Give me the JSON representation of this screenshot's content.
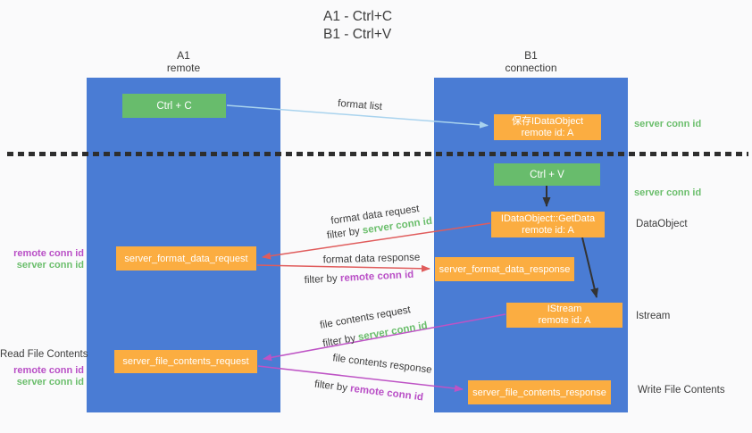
{
  "title": {
    "line1": "A1 - Ctrl+C",
    "line2": "B1 - Ctrl+V"
  },
  "lanes": {
    "a1": {
      "name": "A1",
      "subtitle": "remote"
    },
    "b1": {
      "name": "B1",
      "subtitle": "connection"
    }
  },
  "nodes": {
    "ctrl_c": {
      "label": "Ctrl + C"
    },
    "save_dataobject": {
      "line1": "保存IDataObject",
      "line2": "remote id: A"
    },
    "ctrl_v": {
      "label": "Ctrl + V"
    },
    "getdata": {
      "line1": "IDataObject::GetData",
      "line2": "remote id: A"
    },
    "server_format_data_request": {
      "label": "server_format_data_request"
    },
    "server_format_data_response": {
      "label": "server_format_data_response"
    },
    "istream": {
      "line1": "IStream",
      "line2": "remote id: A"
    },
    "server_file_contents_request": {
      "label": "server_file_contents_request"
    },
    "server_file_contents_response": {
      "label": "server_file_contents_response"
    }
  },
  "edges": {
    "format_list": {
      "label": "format list"
    },
    "format_data_request": {
      "label": "format data request",
      "filter_prefix": "filter by ",
      "filter_key": "server conn id"
    },
    "format_data_response": {
      "label": "format data response",
      "filter_prefix": "filter by ",
      "filter_key": "remote conn id"
    },
    "file_contents_request": {
      "label": "file contents request",
      "filter_prefix": "filter by ",
      "filter_key": "server conn id"
    },
    "file_contents_response": {
      "label": "file contents response",
      "filter_prefix": "filter by ",
      "filter_key": "remote conn id"
    }
  },
  "annotations": {
    "left": {
      "remote_conn_id_1": "remote conn id",
      "server_conn_id_1": "server conn id",
      "read_file_contents": "Read File Contents",
      "remote_conn_id_2": "remote conn id",
      "server_conn_id_2": "server conn id"
    },
    "right": {
      "server_conn_id_1": "server conn id",
      "server_conn_id_2": "server conn id",
      "dataobject": "DataObject",
      "istream": "Istream",
      "write_file_contents": "Write File Contents"
    }
  },
  "colors": {
    "lane_blue": "#4a7cd4",
    "node_green": "#68bc6c",
    "node_orange": "#fbad41",
    "arrow_red": "#e05c5c",
    "arrow_magenta": "#be53c5",
    "arrow_lightblue": "#a9d3ee",
    "arrow_black": "#333333",
    "text_green": "#6bbe6c",
    "text_purple": "#b94fc6",
    "text_dark": "#3d3d3d",
    "background": "#fafafb"
  }
}
